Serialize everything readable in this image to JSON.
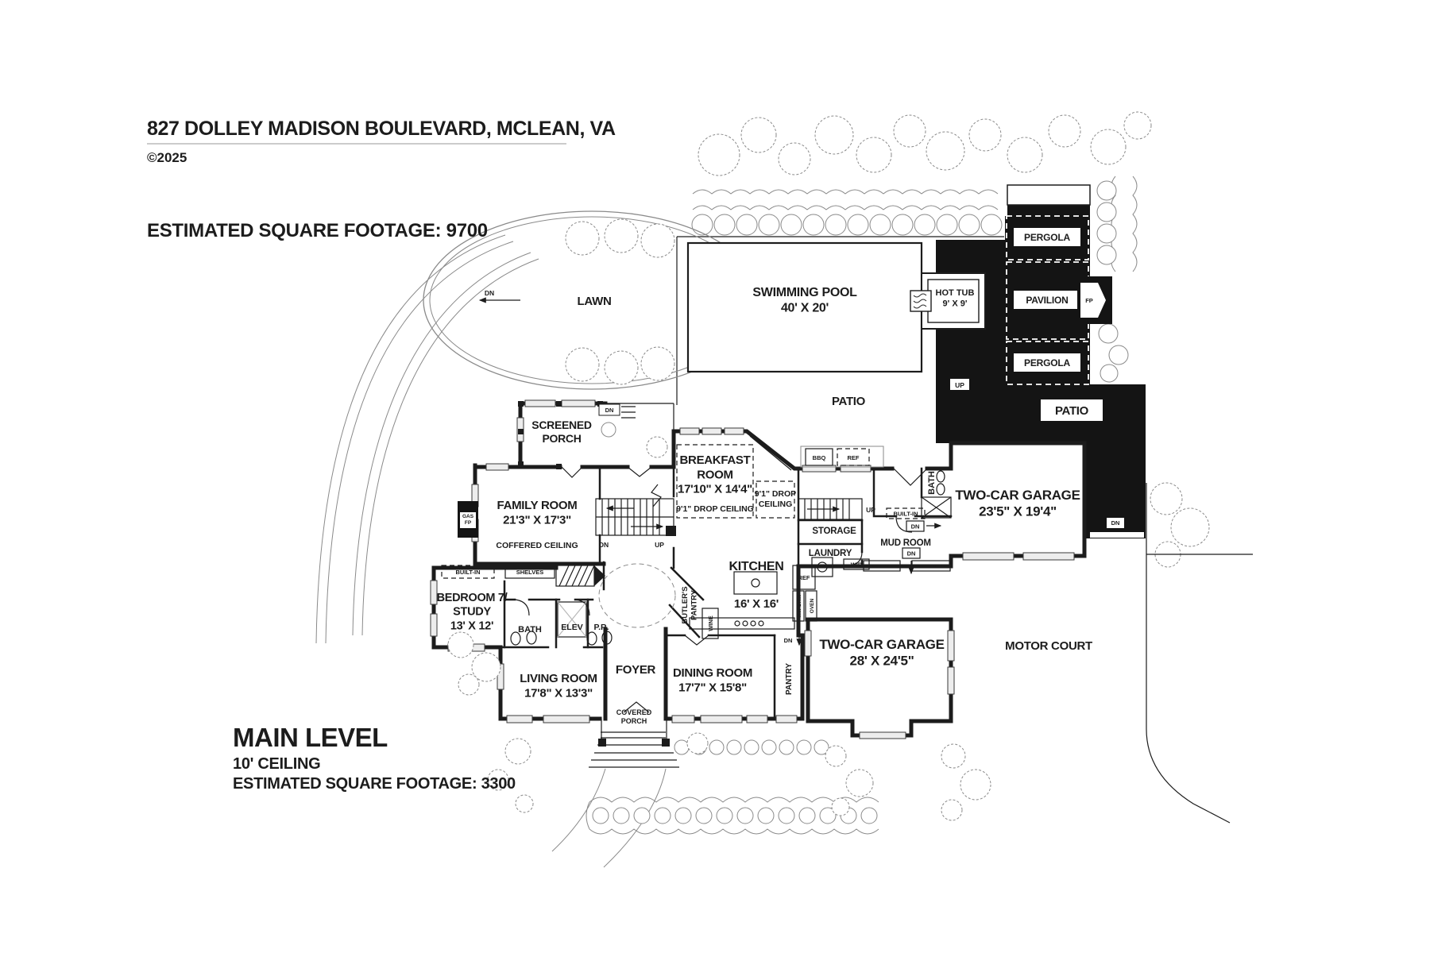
{
  "palette": {
    "ink": "#1c1c1c",
    "patio_black": "#141414",
    "landscape_line": "#8a8a8a",
    "window_fill": "#ededed",
    "paper": "#ffffff"
  },
  "header": {
    "address": "827 DOLLEY MADISON BOULEVARD, MCLEAN, VA",
    "copyright": "©2025",
    "total_sqft": "ESTIMATED SQUARE FOOTAGE: 9700"
  },
  "level": {
    "name": "MAIN LEVEL",
    "ceiling": "10' CEILING",
    "sqft": "ESTIMATED SQUARE FOOTAGE: 3300"
  },
  "outdoor": {
    "lawn": "LAWN",
    "pool": "SWIMMING POOL\n40' X 20'",
    "hot_tub": "HOT TUB\n9' X 9'",
    "patio": "PATIO",
    "patio_upper": "PATIO",
    "pergola_top": "PERGOLA",
    "pavilion": "PAVILION",
    "pergola_bottom": "PERGOLA",
    "motor_court": "MOTOR COURT",
    "screened_porch": "SCREENED\nPORCH",
    "covered_porch": "COVERED\nPORCH"
  },
  "rooms": {
    "family": "FAMILY ROOM\n21'3\" X 17'3\"",
    "family_note": "COFFERED CEILING",
    "breakfast": "BREAKFAST\nROOM\n17'10\" X 14'4\"",
    "breakfast_note": "9'1\" DROP CEILING",
    "drop_ceiling": "9'1\" DROP\nCEILING",
    "kitchen": "KITCHEN",
    "kitchen_dims": "16' X 16'",
    "butlers_pantry": "BUTLER'S\nPANTRY",
    "storage": "STORAGE",
    "laundry": "LAUNDRY",
    "mud_room": "MUD ROOM",
    "bath_rear": "BATH",
    "garage_upper": "TWO-CAR GARAGE\n23'5\" X 19'4\"",
    "garage_lower": "TWO-CAR GARAGE\n28' X 24'5\"",
    "bedroom": "BEDROOM 7/\nSTUDY\n13' X 12'",
    "bath": "BATH",
    "elev": "ELEV",
    "powder": "P.R.",
    "living": "LIVING ROOM\n17'8\" X 13'3\"",
    "foyer": "FOYER",
    "dining": "DINING ROOM\n17'7\" X 15'8\"",
    "pantry": "PANTRY"
  },
  "fixtures": {
    "wd": "W/D",
    "ref": "REF",
    "oven": "OVEN",
    "mw_drawer": "MW-DRW",
    "wine": "WINE",
    "bbq": "BBQ",
    "built_in": "BUILT-IN",
    "shelves": "SHELVES",
    "gas_fp": "GAS\nFP",
    "fp": "FP",
    "dn": "DN",
    "up": "UP"
  }
}
